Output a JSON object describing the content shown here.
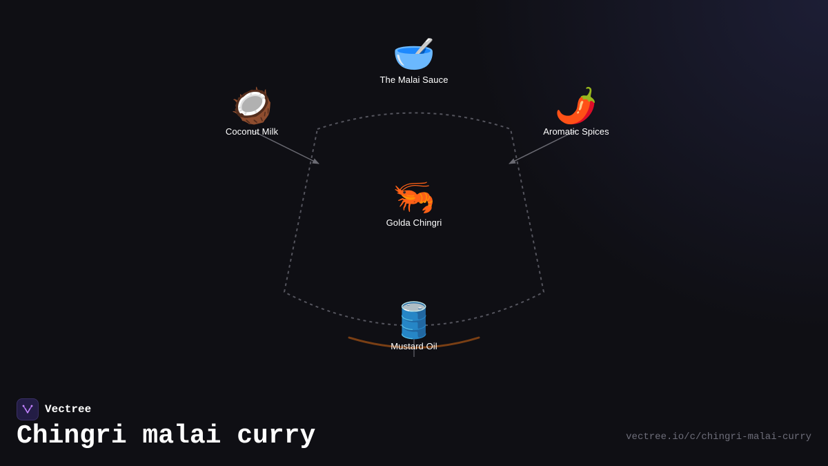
{
  "diagram": {
    "nodes": {
      "sauce": {
        "icon": "bowl-with-spoon-icon",
        "emoji": "🥣",
        "label": "The Malai Sauce"
      },
      "coconut": {
        "icon": "coconut-icon",
        "emoji": "🥥",
        "label": "Coconut Milk"
      },
      "spices": {
        "icon": "hot-pepper-icon",
        "emoji": "🌶️",
        "label": "Aromatic Spices"
      },
      "prawn": {
        "icon": "shrimp-icon",
        "emoji": "🦐",
        "label": "Golda Chingri"
      },
      "oil": {
        "icon": "oil-drum-icon",
        "emoji": "🛢️",
        "label": "Mustard Oil"
      }
    },
    "colors": {
      "outline": "#55555e",
      "arrow": "#6a6a72",
      "base_curve": "#7a3f14"
    }
  },
  "footer": {
    "brand": "Vectree",
    "title": "Chingri malai curry",
    "url": "vectree.io/c/chingri-malai-curry"
  }
}
